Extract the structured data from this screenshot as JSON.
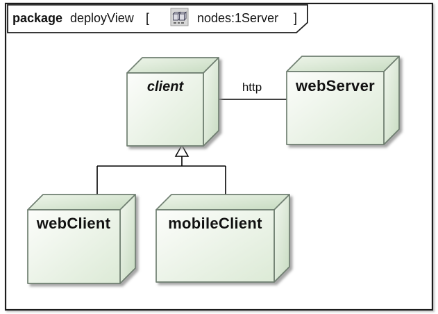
{
  "header": {
    "keyword": "package",
    "diagram_name": "deployView",
    "open_bracket": "[",
    "qualifier": "nodes:1Server",
    "close_bracket": "]",
    "icon": "uml-nodes-icon"
  },
  "nodes": {
    "client": {
      "label": "client",
      "abstract": true
    },
    "web_server": {
      "label": "webServer"
    },
    "web_client": {
      "label": "webClient"
    },
    "mobile_client": {
      "label": "mobileClient"
    }
  },
  "connectors": {
    "http_association": {
      "label": "http",
      "type": "association",
      "from": "client",
      "to": "webServer"
    },
    "web_client_generalization": {
      "type": "generalization",
      "from": "webClient",
      "to": "client"
    },
    "mobile_client_generalization": {
      "type": "generalization",
      "from": "mobileClient",
      "to": "client"
    }
  },
  "colors": {
    "node_fill_highlight": "#fcfdfb",
    "node_fill": "#dcead6",
    "node_fill_shade": "#c7dbc1",
    "node_border": "#6f7f71",
    "connector_line": "#000000",
    "frame_border": "#1a1a1a",
    "canvas_background": "#ffffff",
    "shadow": "#8f8f8f",
    "icon_background": "#d7d7d7"
  }
}
